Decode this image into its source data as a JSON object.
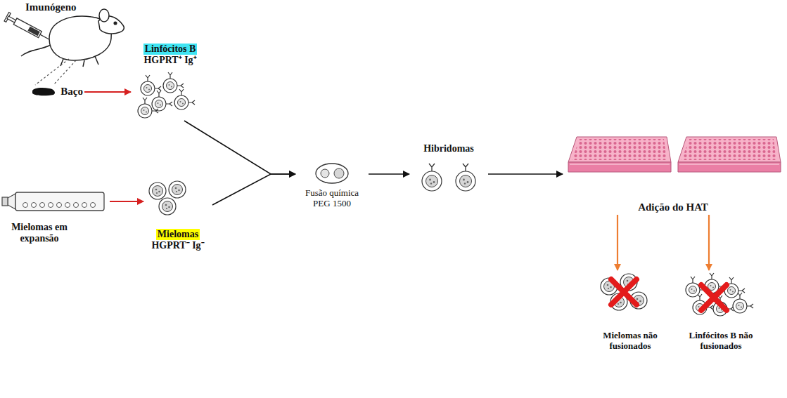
{
  "diagram": {
    "nodes": [
      {
        "text": [
          "Baço"
        ]
      },
      {
        "text": [
          "Linfócitos B",
          "HGPRT⁺ Ig⁺"
        ]
      },
      {
        "text": [
          "Mielomas em expansão"
        ]
      },
      {
        "text": [
          "Mielomas",
          "HGPRT⁻ Ig⁻"
        ]
      },
      {
        "text": [
          "Fusão química PEG 1500"
        ]
      },
      {
        "text": [
          "Hibridomas"
        ]
      },
      {
        "text": [
          "Adição do HAT"
        ]
      },
      {
        "text": [
          "Mielomas não fusionados"
        ]
      },
      {
        "text": [
          "Linfócitos B não fusionados"
        ]
      }
    ],
    "edges": [
      {
        "from": 0,
        "to": 1,
        "arrow": "to"
      },
      {
        "from": 2,
        "to": 3,
        "arrow": "to"
      },
      {
        "from": 1,
        "to": 4,
        "arrow": "to"
      },
      {
        "from": 3,
        "to": 4,
        "arrow": "to"
      },
      {
        "from": 4,
        "to": 5,
        "arrow": "to"
      },
      {
        "from": 5,
        "to": 6,
        "arrow": "to"
      },
      {
        "from": 6,
        "to": 7,
        "arrow": "to"
      },
      {
        "from": 6,
        "to": 8,
        "arrow": "to"
      }
    ],
    "labels": [
      "Imunógeno"
    ]
  }
}
